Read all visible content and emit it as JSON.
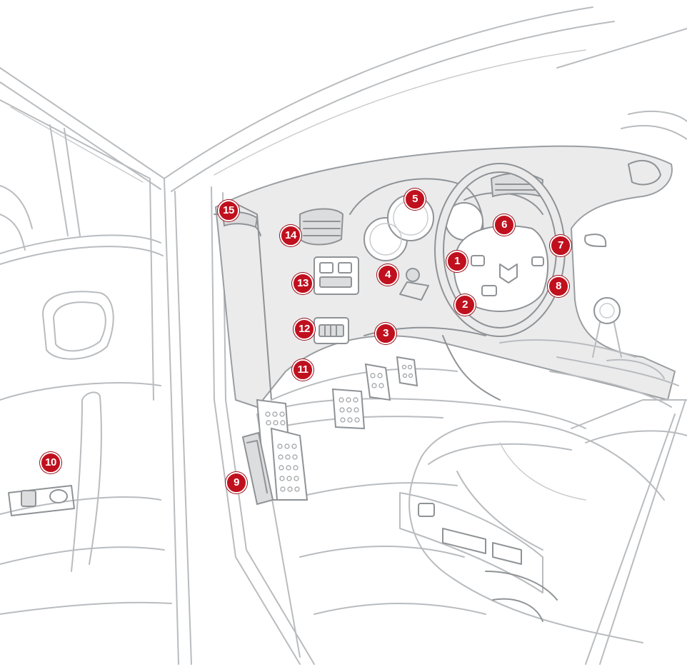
{
  "diagram": {
    "colors": {
      "marker_fill": "#c0101e",
      "marker_text": "#ffffff",
      "line": "#b9bcbf",
      "dashboard_fill": "#ebebec"
    },
    "callouts": [
      {
        "id": "1",
        "label": "1"
      },
      {
        "id": "2",
        "label": "2"
      },
      {
        "id": "3",
        "label": "3"
      },
      {
        "id": "4",
        "label": "4"
      },
      {
        "id": "5",
        "label": "5"
      },
      {
        "id": "6",
        "label": "6"
      },
      {
        "id": "7",
        "label": "7"
      },
      {
        "id": "8",
        "label": "8"
      },
      {
        "id": "9",
        "label": "9"
      },
      {
        "id": "10",
        "label": "10"
      },
      {
        "id": "11",
        "label": "11"
      },
      {
        "id": "12",
        "label": "12"
      },
      {
        "id": "13",
        "label": "13"
      },
      {
        "id": "14",
        "label": "14"
      },
      {
        "id": "15",
        "label": "15"
      }
    ]
  }
}
